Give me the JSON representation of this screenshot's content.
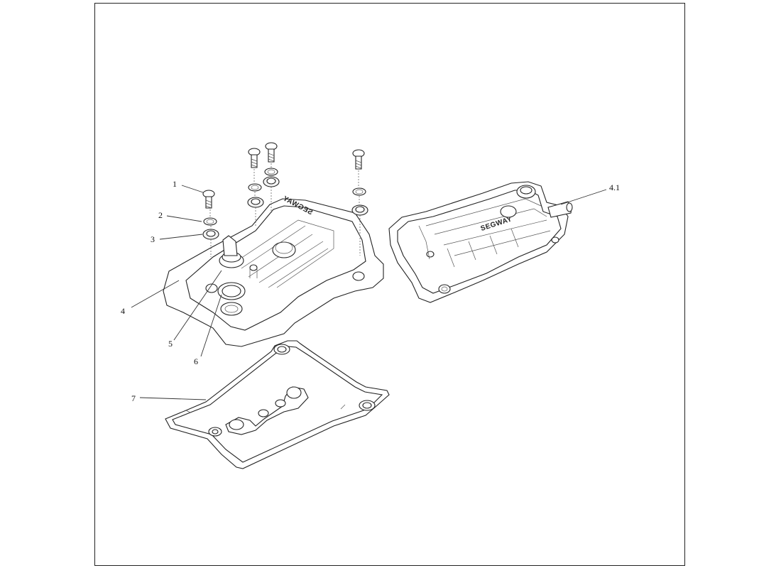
{
  "callouts": {
    "c1": "1",
    "c2": "2",
    "c3": "3",
    "c4": "4",
    "c4_1": "4.1",
    "c5": "5",
    "c6": "6",
    "c7": "7"
  },
  "brand_text": "SEGWAY"
}
